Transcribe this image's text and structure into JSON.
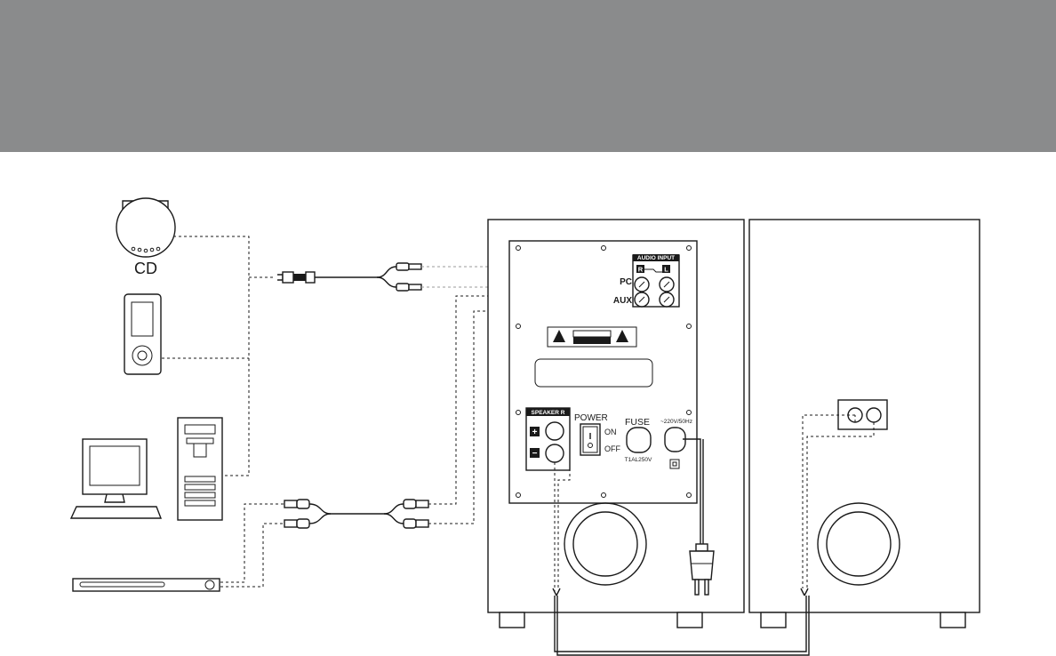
{
  "labels": {
    "cd": "CD",
    "audio_input": "AUDIO INPUT",
    "r": "R",
    "l": "L",
    "pc": "PC",
    "aux": "AUX",
    "speaker_r": "SPEAKER R",
    "plus": "+",
    "minus": "−",
    "power": "POWER",
    "on": "ON",
    "off": "OFF",
    "switch_mark": "I",
    "fuse": "FUSE",
    "fuse_rating": "T1AL250V",
    "voltage": "~220V/50Hz"
  },
  "colors": {
    "header_band": "#8a8b8c",
    "line": "#1a1a1a"
  }
}
